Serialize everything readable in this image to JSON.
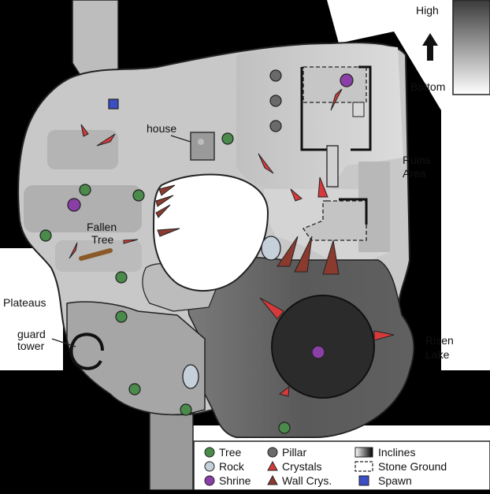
{
  "labels": {
    "house": "house",
    "fallen_tree": [
      "Fallen",
      "Tree"
    ],
    "ruins_area": [
      "Ruins",
      "Area"
    ],
    "plateaus": "Plateaus",
    "guard_tower": [
      "guard",
      "tower"
    ],
    "risen_lake": [
      "Risen",
      "Lake"
    ]
  },
  "elevation_scale": {
    "high": "High",
    "bottom": "Bottom"
  },
  "legend": {
    "tree": "Tree",
    "rock": "Rock",
    "shrine": "Shrine",
    "pillar": "Pillar",
    "crystals": "Crystals",
    "wall_crystals": "Wall Crys.",
    "inclines": "Inclines",
    "stone_ground": "Stone Ground",
    "spawn": "Spawn"
  },
  "colors": {
    "tree": "#4a8a4a",
    "rock": "#c5d0db",
    "shrine": "#8a3fa6",
    "pillar": "#6a6a6a",
    "crystal": "#d63a3a",
    "wall_crystal": "#8b3a2e",
    "spawn": "#3a4fc4",
    "lake": "#2b2b2b"
  }
}
